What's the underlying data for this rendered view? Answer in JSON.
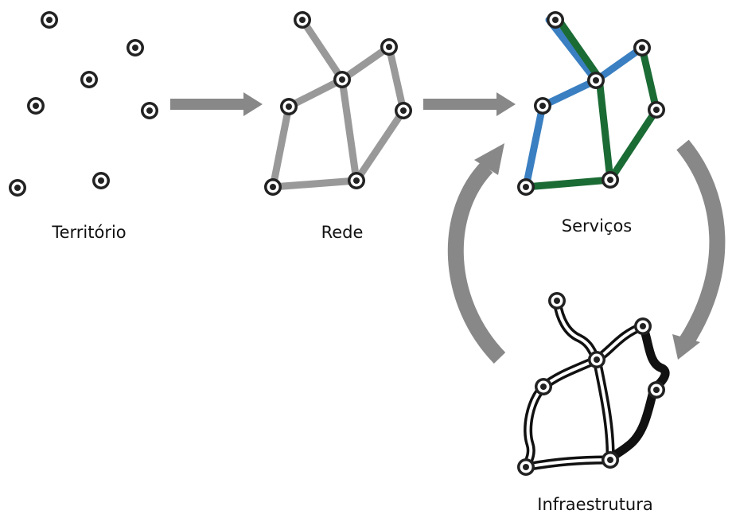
{
  "panels": {
    "territorio": {
      "label": "Território"
    },
    "rede": {
      "label": "Rede"
    },
    "servicos": {
      "label": "Serviços"
    },
    "infraestrutura": {
      "label": "Infraestrutura"
    }
  },
  "colors": {
    "node_fill": "#222222",
    "rede_edge": "#999999",
    "service_blue": "#3a7fc1",
    "service_green": "#1b6b35",
    "infra_line": "#111111",
    "arrow": "#888888"
  },
  "icons": {
    "node": "node-icon",
    "arrow": "arrow-icon"
  }
}
